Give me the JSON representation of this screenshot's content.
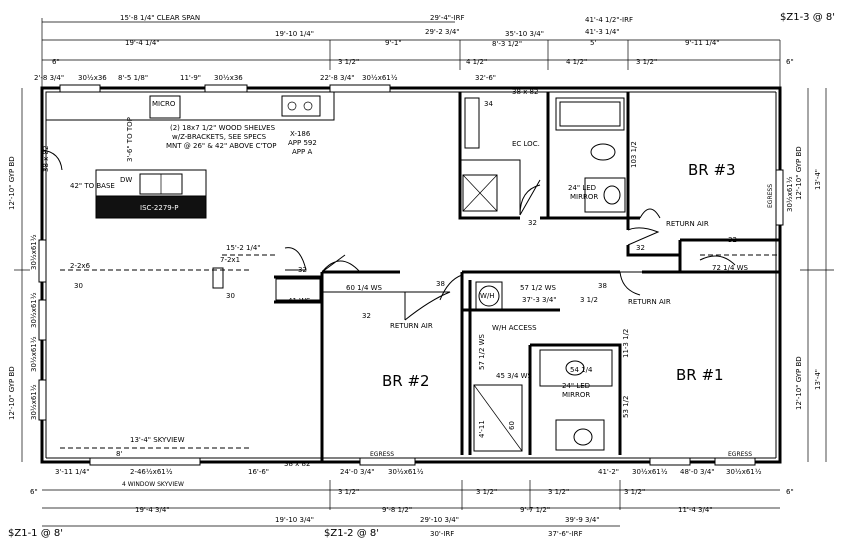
{
  "sheet_marks": {
    "top_right": "$Z1-3 @ 8'",
    "bottom_left": "$Z1-1 @ 8'",
    "bottom_mid": "$Z1-2 @ 8'"
  },
  "rooms": {
    "br1": "BR #1",
    "br2": "BR #2",
    "br3": "BR #3"
  },
  "dims_top": {
    "clear_span": "15'-8 1/4\" CLEAR SPAN",
    "d_19_4_l": "19'-4 1/4\"",
    "d_19_10_l": "19'-10 1/4\"",
    "d_29_4": "29'-4\"-IRF",
    "d_29_2": "29'-2 3/4\"",
    "d_9_1": "9'-1\"",
    "d_35_10": "35'-10 3/4\"",
    "d_8_3": "8'-3 1/2\"",
    "d_41_4": "41'-4 1/2\"-IRF",
    "d_41_3": "41'-3 1/4\"",
    "d_5": "5'",
    "d_9_11": "9'-11 1/4\"",
    "d_6_l": "6\"",
    "d_3_5a": "3 1/2\"",
    "d_4_5a": "4 1/2\"",
    "d_4_5b": "4 1/2\"",
    "d_3_5b": "3 1/2\"",
    "d_6_r": "6\"",
    "d_32_6": "32'-6\"",
    "w1": "2'-8 3/4\"",
    "w1b": "30½x36",
    "w2": "8'-5 1/8\"",
    "w3": "11'-9\"",
    "w3b": "30½x36",
    "w4": "22'-8 3/4\"",
    "w4b": "30½x61½"
  },
  "dims_bottom": {
    "b1": "3'-11 1/4\"",
    "b2": "2-46½x61½",
    "b2b": "4 WINDOW SKYVIEW",
    "b3": "16'-6\"",
    "b4": "24'-0 3/4\"",
    "b4b": "30½x61½",
    "b5": "41'-2\"",
    "b5b": "30½x61½",
    "b6": "48'-0 3/4\"",
    "b6b": "30½x61½",
    "b_6l": "6\"",
    "b_3_5a": "3 1/2\"",
    "b_3_5b": "3 1/2\"",
    "b_3_5c": "3 1/2\"",
    "b_3_5d": "3 1/2\"",
    "b_6r": "6\"",
    "b_19_4": "19'-4 3/4\"",
    "b_19_10": "19'-10 3/4\"",
    "b_9_8": "9'-8 1/2\"",
    "b_29_10": "29'-10 3/4\"",
    "b_30irf": "30'-IRF",
    "b_9_7": "9'-7 1/2\"",
    "b_39_9": "39'-9 3/4\"",
    "b_37_6": "37'-6\"-IRF",
    "b_11_4": "11'-4 3/4\"",
    "b_8": "8'",
    "b_13_4": "13'-4\" SKYVIEW"
  },
  "dims_side": {
    "left_top": "12'-10\" GYP BD",
    "left_bottom": "12'-10\" GYP BD",
    "right_top": "12'-10\" GYP BD",
    "right_top_b": "13'-4\"",
    "right_bottom": "12'-10\" GYP BD",
    "right_bottom_b": "13'-4\"",
    "left_w1": "30½x61½",
    "left_w2": "30½x61½",
    "left_w3": "30½x61½",
    "left_w4": "30½x61½",
    "right_w1": "30½x61½",
    "egress_r": "EGRESS",
    "door_38x82_l": "38 x 82"
  },
  "labels": {
    "micro": "MICRO",
    "dw": "DW",
    "to_top": "3'-6\" TO TOP",
    "to_base": "42\" TO BASE",
    "island": "ISC-2279-P",
    "shelves1": "(2) 18x7 1/2\" WOOD SHELVES",
    "shelves2": "w/Z-BRACKETS, SEE SPECS",
    "shelves3": "MNT @ 26\" & 42\" ABOVE C'TOP",
    "x186": "X-186",
    "app592": "APP 592",
    "appa": "APP A",
    "d_38x82_top": "38 x 82",
    "d_34_a": "34",
    "ec_loc": "EC LOC.",
    "d_32_bath": "32",
    "led1a": "24\" LED",
    "led1b": "MIRROR",
    "d_103": "103 1/2",
    "d_32_br3": "32",
    "egress_br3": "EGRESS",
    "return_air1": "RETURN AIR",
    "d_32_hall": "32",
    "ws_72": "72 1/4 WS",
    "d_15_2": "15'-2 1/4\"",
    "d_7_2": "7-2x1",
    "d_30a": "30",
    "d_32_c": "32",
    "ws_41": "41 WS",
    "ws_60": "60 1/4 WS",
    "d_38a": "38",
    "d_32_d": "32",
    "return_air2": "RETURN AIR",
    "wh": "W/H",
    "ws_57": "57 1/2 WS",
    "d_37_3": "37'-3 3/4\"",
    "d_3_5": "3 1/2",
    "d_38b": "38",
    "return_air3": "RETURN AIR",
    "wh_access": "W/H ACCESS",
    "ws_57v": "57 1/2 WS",
    "ws_45": "45 3/4 WS",
    "d_11_3": "11-3 1/2",
    "d_54": "54 1/4",
    "led2a": "24\" LED",
    "led2b": "MIRROR",
    "d_53": "53 1/2",
    "d_4_11": "4'-11",
    "d_60": "60",
    "d_2_2x6": "2-2x6",
    "d_30b": "30",
    "egress_br2": "EGRESS",
    "egress_br1": "EGRESS",
    "d_38x82_bot": "38 x 82"
  }
}
